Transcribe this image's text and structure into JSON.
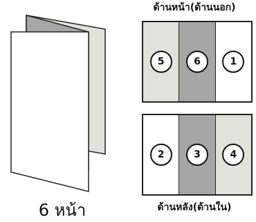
{
  "captions": {
    "front": "ด้านหน้า(ด้านนอก)",
    "back": "ด้านหลัง(ด้านใน)",
    "page_count": "6 หน้า"
  },
  "colors": {
    "white_panel": "#ffffff",
    "light_panel": "#e2e2dc",
    "mid_panel": "#a6a6a6",
    "outline": "#222222"
  },
  "front_panels": [
    {
      "number": "5",
      "tone": "light_panel"
    },
    {
      "number": "6",
      "tone": "mid_panel"
    },
    {
      "number": "1",
      "tone": "white_panel"
    }
  ],
  "back_panels": [
    {
      "number": "2",
      "tone": "white_panel"
    },
    {
      "number": "3",
      "tone": "mid_panel"
    },
    {
      "number": "4",
      "tone": "light_panel"
    }
  ]
}
